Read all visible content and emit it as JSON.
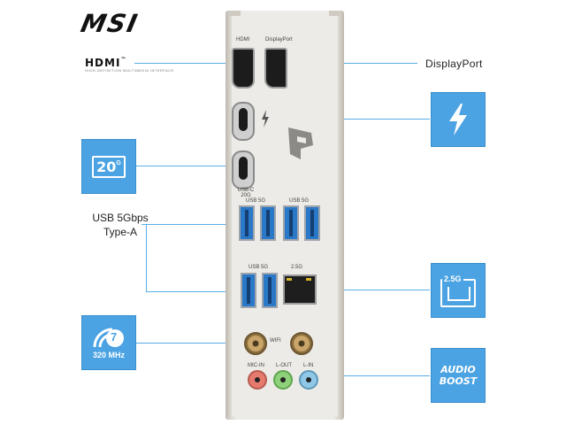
{
  "brand": {
    "logo": "MSI",
    "hdmi_logo": "HDMI",
    "hdmi_tm": "™",
    "hdmi_sub": "HIGH-DEFINITION MULTIMEDIA INTERFACE"
  },
  "labels": {
    "displayport": "DisplayPort",
    "usb_line1": "USB 5Gbps",
    "usb_line2": "Type-A"
  },
  "plate": {
    "hdmi": "HDMI",
    "displayport": "DisplayPort",
    "usbc_line1": "USB-C",
    "usbc_line2": "20G",
    "usb_group1a": "USB 5G",
    "usb_group1b": "USB 5G",
    "usb_group2": "USB 5G",
    "lan": "2.5G",
    "wifi": "WIFI",
    "mic_in": "MIC-IN",
    "line_out": "L-OUT",
    "line_in": "L-IN"
  },
  "boxes": {
    "usbc20g": {
      "text": "20",
      "sup": "G"
    },
    "lan": {
      "text": "2.5G"
    },
    "wifi": {
      "number": "7",
      "text": "320 MHz"
    },
    "audio": {
      "line1": "AUDIO",
      "line2": "BOOST"
    }
  },
  "icons": [
    "msi-logo",
    "hdmi-port",
    "displayport-port",
    "thunderbolt-icon",
    "usb-c-port",
    "usb-a-port",
    "lan-port",
    "antenna-connector",
    "audio-jack",
    "lightning-icon",
    "wifi7-icon",
    "ethernet-icon",
    "audio-boost-icon",
    "logo-plate-icon"
  ],
  "colors": {
    "accent": "#4ba3e3",
    "usb_blue": "#2a78c8",
    "mic": "#e67a6e",
    "line_out": "#8fd07a",
    "line_in": "#8fc7e6"
  }
}
